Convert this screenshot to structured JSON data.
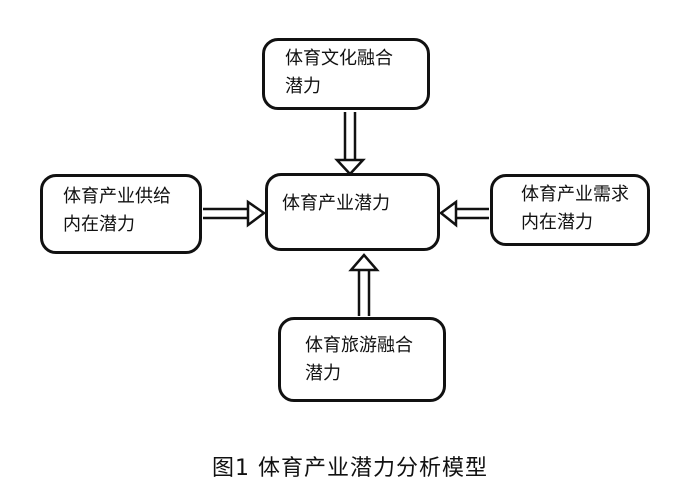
{
  "diagram": {
    "boxes": {
      "top": {
        "lines": [
          "体育文化融合",
          "潜力"
        ]
      },
      "center": {
        "lines": [
          "体育产业潜力"
        ]
      },
      "left": {
        "lines": [
          "体育产业供给",
          "内在潜力"
        ]
      },
      "right": {
        "lines": [
          "体育产业需求",
          "内在潜力"
        ]
      },
      "bottom": {
        "lines": [
          "体育旅游融合",
          "潜力"
        ]
      }
    },
    "edges": [
      {
        "from": "top",
        "to": "center"
      },
      {
        "from": "left",
        "to": "center"
      },
      {
        "from": "right",
        "to": "center"
      },
      {
        "from": "bottom",
        "to": "center"
      }
    ]
  },
  "caption": "图1  体育产业潜力分析模型",
  "colors": {
    "stroke": "#111111",
    "background": "#ffffff"
  }
}
